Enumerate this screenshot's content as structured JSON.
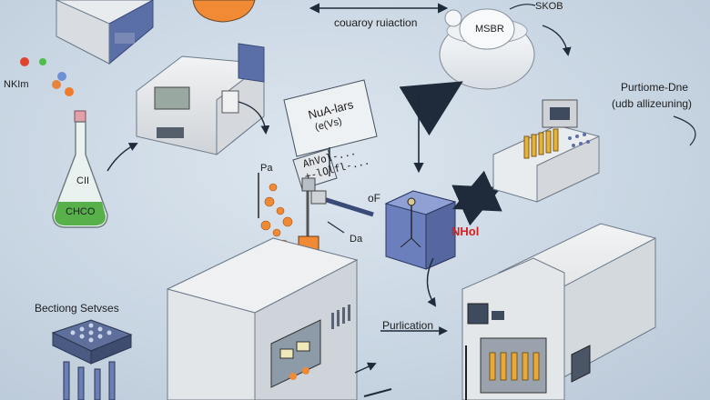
{
  "labels": {
    "top_center": "couaroy ruiaction",
    "top_right": "SKOB",
    "bowl": "MSBR",
    "right_title_1": "Purtiome-Dne",
    "right_title_2": "(udb allizeuning)",
    "left_top": "NKIm",
    "flask_formula_1": "CII",
    "flask_formula_2": "CHCO",
    "card_line_1": "NuA-lars",
    "card_line_2": "(e(Vs)",
    "card_small_1": "AhVol-...",
    "card_small_2": "+-lOlfl-...",
    "cube_left": "oF",
    "cube_right": "NHol",
    "stand_label": "Da",
    "small_r": "Pa",
    "bottom_left": "Bectiong Setvses",
    "purification": "Purlication"
  },
  "colors": {
    "bg": "#c9d6e3",
    "machine_body": "#e6e8ea",
    "navy": "#4a5f9a",
    "orange": "#f08a34",
    "arrow_blue": "#4e6fb3",
    "flask_green": "#57b04a",
    "red_label": "#d62020"
  }
}
